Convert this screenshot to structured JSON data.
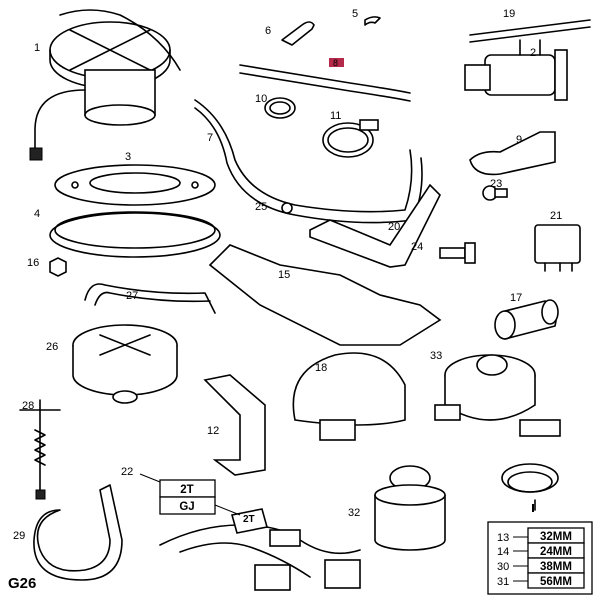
{
  "diagram": {
    "code": "G26",
    "highlight_color": "#b5294a",
    "highlighted_part": "8",
    "part_labels": [
      "1",
      "2",
      "3",
      "4",
      "5",
      "6",
      "7",
      "8",
      "9",
      "10",
      "11",
      "12",
      "15",
      "16",
      "17",
      "18",
      "19",
      "20",
      "21",
      "22",
      "23",
      "24",
      "25",
      "26",
      "27",
      "28",
      "29",
      "32",
      "33"
    ],
    "label_22_box": [
      "2T",
      "GJ"
    ],
    "harness_tag": "2T",
    "clamp_table": [
      {
        "part": "13",
        "size": "32MM"
      },
      {
        "part": "14",
        "size": "24MM"
      },
      {
        "part": "30",
        "size": "38MM"
      },
      {
        "part": "31",
        "size": "56MM"
      }
    ]
  }
}
